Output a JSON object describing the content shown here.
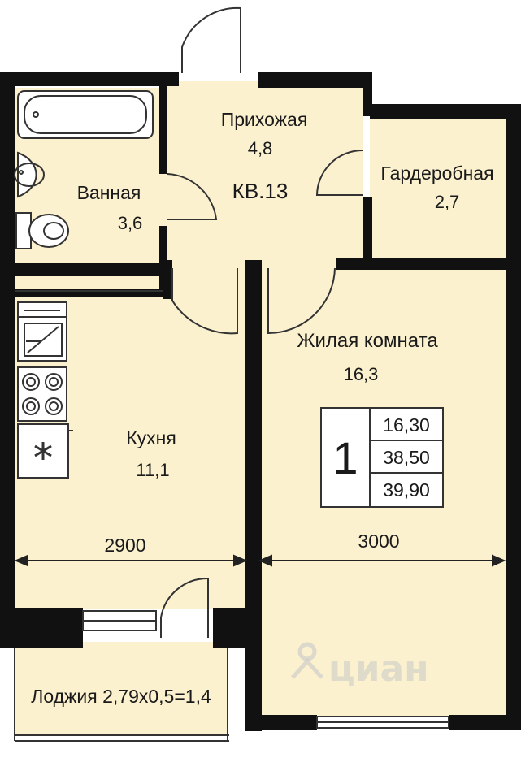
{
  "colors": {
    "floor": "#fbf1cf",
    "wall": "#111111",
    "line": "#333333"
  },
  "apartment": {
    "code": "КВ.13"
  },
  "rooms": {
    "hall": {
      "name": "Прихожая",
      "area": "4,8"
    },
    "bath": {
      "name": "Ванная",
      "area": "3,6"
    },
    "wardrobe": {
      "name": "Гардеробная",
      "area": "2,7"
    },
    "living": {
      "name": "Жилая комната",
      "area": "16,3"
    },
    "kitchen": {
      "name": "Кухня",
      "area": "11,1"
    },
    "loggia": {
      "label": "Лоджия 2,79x0,5=1,4"
    }
  },
  "summary": {
    "rooms": "1",
    "living_area": "16,30",
    "total_area": "38,50",
    "total_with_loggia": "39,90"
  },
  "dimensions": {
    "kitchen_width": "2900",
    "living_width": "3000"
  },
  "watermark": {
    "brand": "циан",
    "icon": "cian-logo-icon"
  }
}
